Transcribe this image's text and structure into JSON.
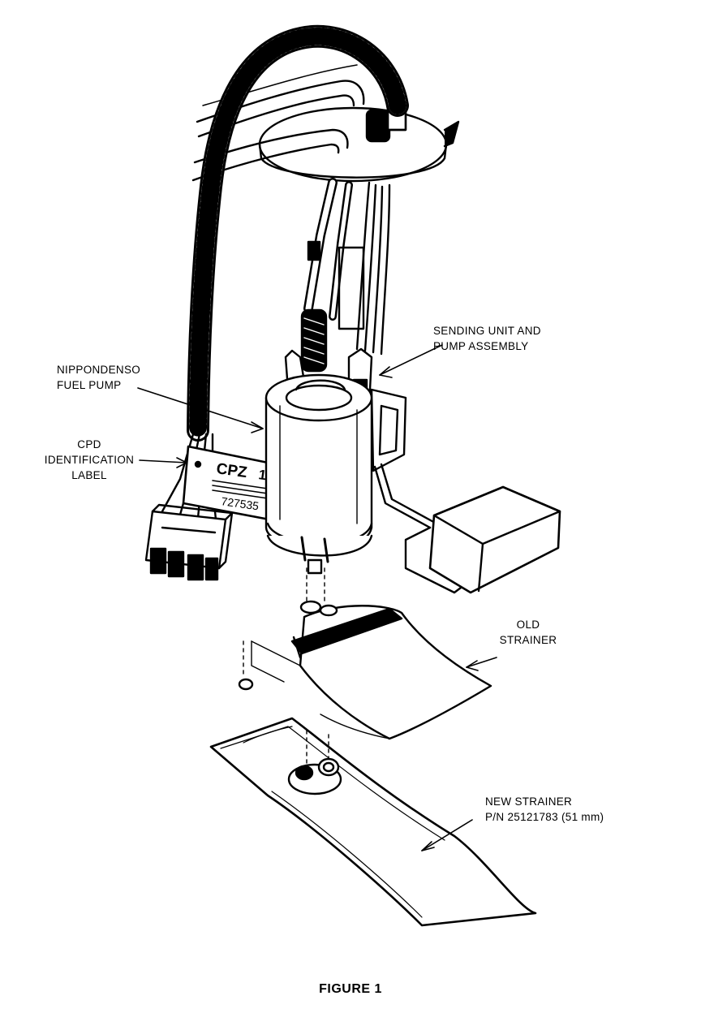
{
  "callouts": {
    "sending_unit": [
      "SENDING UNIT AND",
      "PUMP ASSEMBLY"
    ],
    "fuel_pump": [
      "NIPPONDENSO",
      "FUEL PUMP"
    ],
    "cpd_label": [
      "CPD",
      "IDENTIFICATION",
      "LABEL"
    ],
    "old_strainer": [
      "OLD",
      "STRAINER"
    ],
    "new_strainer": [
      "NEW STRAINER",
      "P/N 25121783 (51 mm)"
    ]
  },
  "id_tag": {
    "code": "CPZ",
    "number": "16",
    "part_number": "727535"
  },
  "caption": "FIGURE 1",
  "colors": {
    "ink": "#000000",
    "paper": "#ffffff"
  }
}
